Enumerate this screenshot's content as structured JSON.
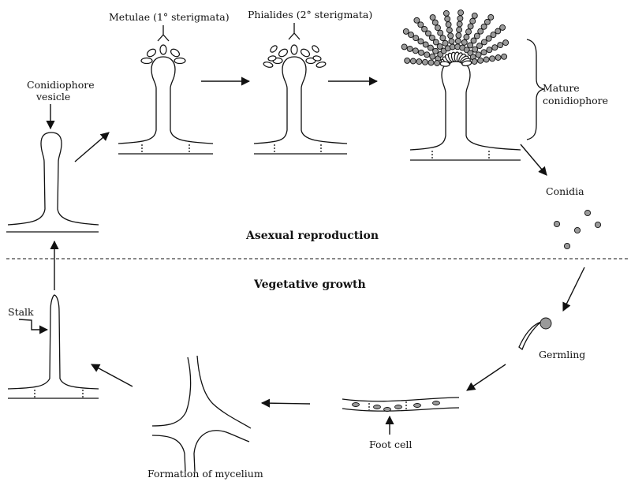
{
  "labels": {
    "conidiophore_vesicle_line1": "Conidiophore",
    "conidiophore_vesicle_line2": "vesicle",
    "metulae": "Metulae (1° sterigmata)",
    "phialides": "Phialides (2° sterigmata)",
    "mature_line1": "Mature",
    "mature_line2": "conidiophore",
    "conidia": "Conidia",
    "asexual": "Asexual reproduction",
    "vegetative": "Vegetative growth",
    "germling": "Germling",
    "foot_cell": "Foot cell",
    "mycelium": "Formation of mycelium",
    "stalk": "Stalk"
  }
}
